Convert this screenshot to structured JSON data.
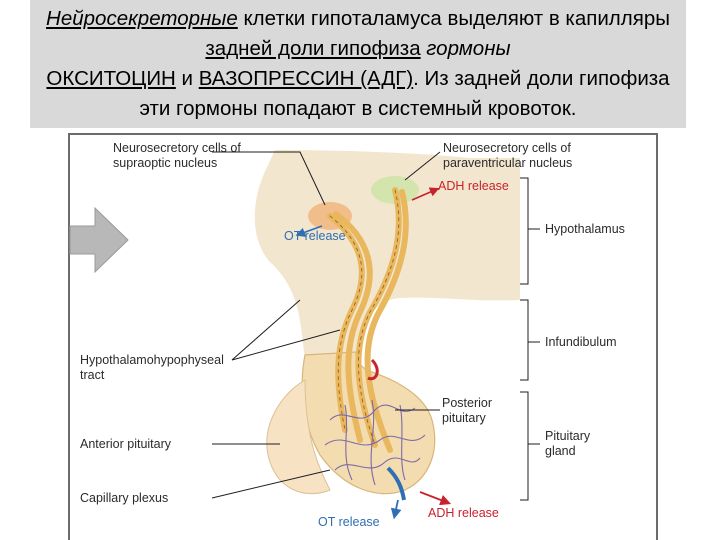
{
  "caption": {
    "part1_italic_underlined": "Нейросекреторные",
    "part2": " клетки гипоталамуса выделяют в капилляры ",
    "part3_underlined": "задней доли гипофиза",
    "part4_italic": " гормоны",
    "part5_underlined": "ОКСИТОЦИН",
    "part6": " и ",
    "part7_underlined": "ВАЗОПРЕССИН (АДГ)",
    "part8": ". Из задней доли гипофиза эти гормоны попадают в системный кровоток."
  },
  "diagram": {
    "labels": {
      "supraoptic_line1": "Neurosecretory cells of",
      "supraoptic_line2": "supraoptic nucleus",
      "paraventricular_line1": "Neurosecretory cells of",
      "paraventricular_line2": "paraventricular nucleus",
      "adh_release_top": "ADH release",
      "ot_release_top": "OT release",
      "hypothalamus": "Hypothalamus",
      "infundibulum": "Infundibulum",
      "tract_line1": "Hypothalamohypophyseal",
      "tract_line2": "tract",
      "posterior_line1": "Posterior",
      "posterior_line2": "pituitary",
      "pituitary_line1": "Pituitary",
      "pituitary_line2": "gland",
      "anterior_pituitary": "Anterior pituitary",
      "capillary_plexus": "Capillary plexus",
      "ot_release_bottom": "OT release",
      "adh_release_bottom": "ADH release"
    },
    "colors": {
      "tissue": "#f3e6cf",
      "nerve": "#e9b85e",
      "adh": "#c8232c",
      "ot": "#2f6fb3",
      "oxytocin_nucleus": "#f0b57f",
      "adh_nucleus": "#cfe3a8"
    },
    "pointer_arrow_icon": "right-arrow-icon"
  }
}
